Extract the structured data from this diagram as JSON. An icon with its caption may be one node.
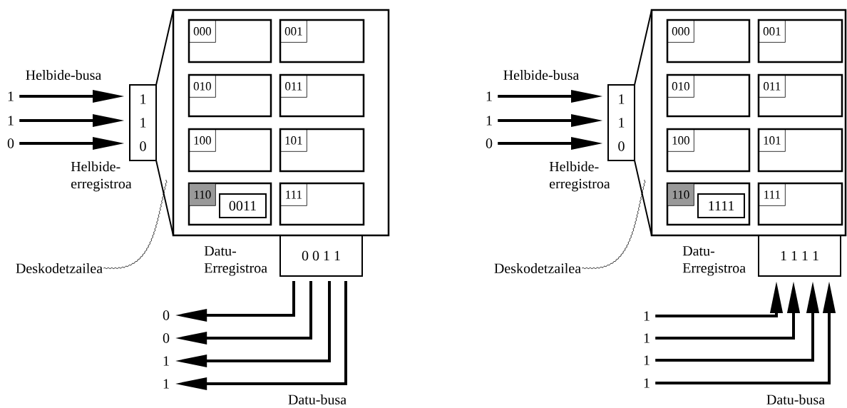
{
  "diagram": {
    "nodes": [
      {
        "text": [],
        "shape": "box"
      },
      {
        "text": [
          "000"
        ],
        "in": 0
      },
      {
        "text": [
          "001"
        ],
        "in": 0
      },
      {
        "text": [
          "010"
        ],
        "in": 0
      },
      {
        "text": [
          "011"
        ],
        "in": 0
      },
      {
        "text": [
          "100"
        ],
        "in": 0
      },
      {
        "text": [
          "101"
        ],
        "in": 0
      },
      {
        "text": [
          "110"
        ],
        "in": 0
      },
      {
        "text": [
          "111"
        ],
        "in": 0
      },
      {
        "text": [
          "0011"
        ],
        "in": 7
      },
      {
        "text": [
          "1",
          "1",
          "0"
        ],
        "beside": [
          "Helbide-erregistroa"
        ]
      },
      {
        "text": [
          "0 0 1 1"
        ],
        "beside": [
          "Datu-Erregistroa"
        ]
      },
      {
        "text": [
          "1"
        ]
      },
      {
        "text": [
          "1"
        ]
      },
      {
        "text": [
          "0"
        ]
      },
      {
        "text": [
          "0"
        ]
      },
      {
        "text": [
          "0"
        ]
      },
      {
        "text": [
          "1"
        ]
      },
      {
        "text": [
          "1"
        ]
      },
      {
        "text": [
          "Deskodetzailea"
        ]
      },
      {
        "text": [],
        "shape": "box"
      },
      {
        "text": [
          "000"
        ],
        "in": 20
      },
      {
        "text": [
          "001"
        ],
        "in": 20
      },
      {
        "text": [
          "010"
        ],
        "in": 20
      },
      {
        "text": [
          "011"
        ],
        "in": 20
      },
      {
        "text": [
          "100"
        ],
        "in": 20
      },
      {
        "text": [
          "101"
        ],
        "in": 20
      },
      {
        "text": [
          "110"
        ],
        "in": 20
      },
      {
        "text": [
          "111"
        ],
        "in": 20
      },
      {
        "text": [
          "1111"
        ],
        "in": 27
      },
      {
        "text": [
          "1",
          "1",
          "0"
        ],
        "beside": [
          "Helbide-erregistroa"
        ]
      },
      {
        "text": [
          "1 1 1 1"
        ],
        "beside": [
          "Datu-Erregistroa"
        ]
      },
      {
        "text": [
          "1"
        ]
      },
      {
        "text": [
          "1"
        ]
      },
      {
        "text": [
          "0"
        ]
      },
      {
        "text": [
          "1"
        ]
      },
      {
        "text": [
          "1"
        ]
      },
      {
        "text": [
          "1"
        ]
      },
      {
        "text": [
          "1"
        ]
      },
      {
        "text": [
          "Deskodetzailea"
        ]
      },
      {
        "text": [],
        "shape": "trapezoid"
      },
      {
        "text": [],
        "shape": "trapezoid"
      }
    ],
    "edges": [
      {
        "from": 12,
        "to": 10,
        "arrow": "to"
      },
      {
        "from": 13,
        "to": 10,
        "arrow": "to"
      },
      {
        "from": 14,
        "to": 10,
        "arrow": "to"
      },
      {
        "from": 11,
        "to": 15,
        "arrow": "to"
      },
      {
        "from": 11,
        "to": 16,
        "arrow": "to"
      },
      {
        "from": 11,
        "to": 17,
        "arrow": "to"
      },
      {
        "from": 11,
        "to": 18,
        "arrow": "to"
      },
      {
        "from": 19,
        "to": 40,
        "arrow": "none"
      },
      {
        "from": 32,
        "to": 30,
        "arrow": "to"
      },
      {
        "from": 33,
        "to": 30,
        "arrow": "to"
      },
      {
        "from": 34,
        "to": 30,
        "arrow": "to"
      },
      {
        "from": 35,
        "to": 31,
        "arrow": "to"
      },
      {
        "from": 36,
        "to": 31,
        "arrow": "to"
      },
      {
        "from": 37,
        "to": 31,
        "arrow": "to"
      },
      {
        "from": 38,
        "to": 31,
        "arrow": "to"
      },
      {
        "from": 39,
        "to": 41,
        "arrow": "none"
      }
    ],
    "labels": [
      "Helbide-busa",
      "Datu-busa",
      "Helbide-busa",
      "Datu-busa"
    ]
  }
}
